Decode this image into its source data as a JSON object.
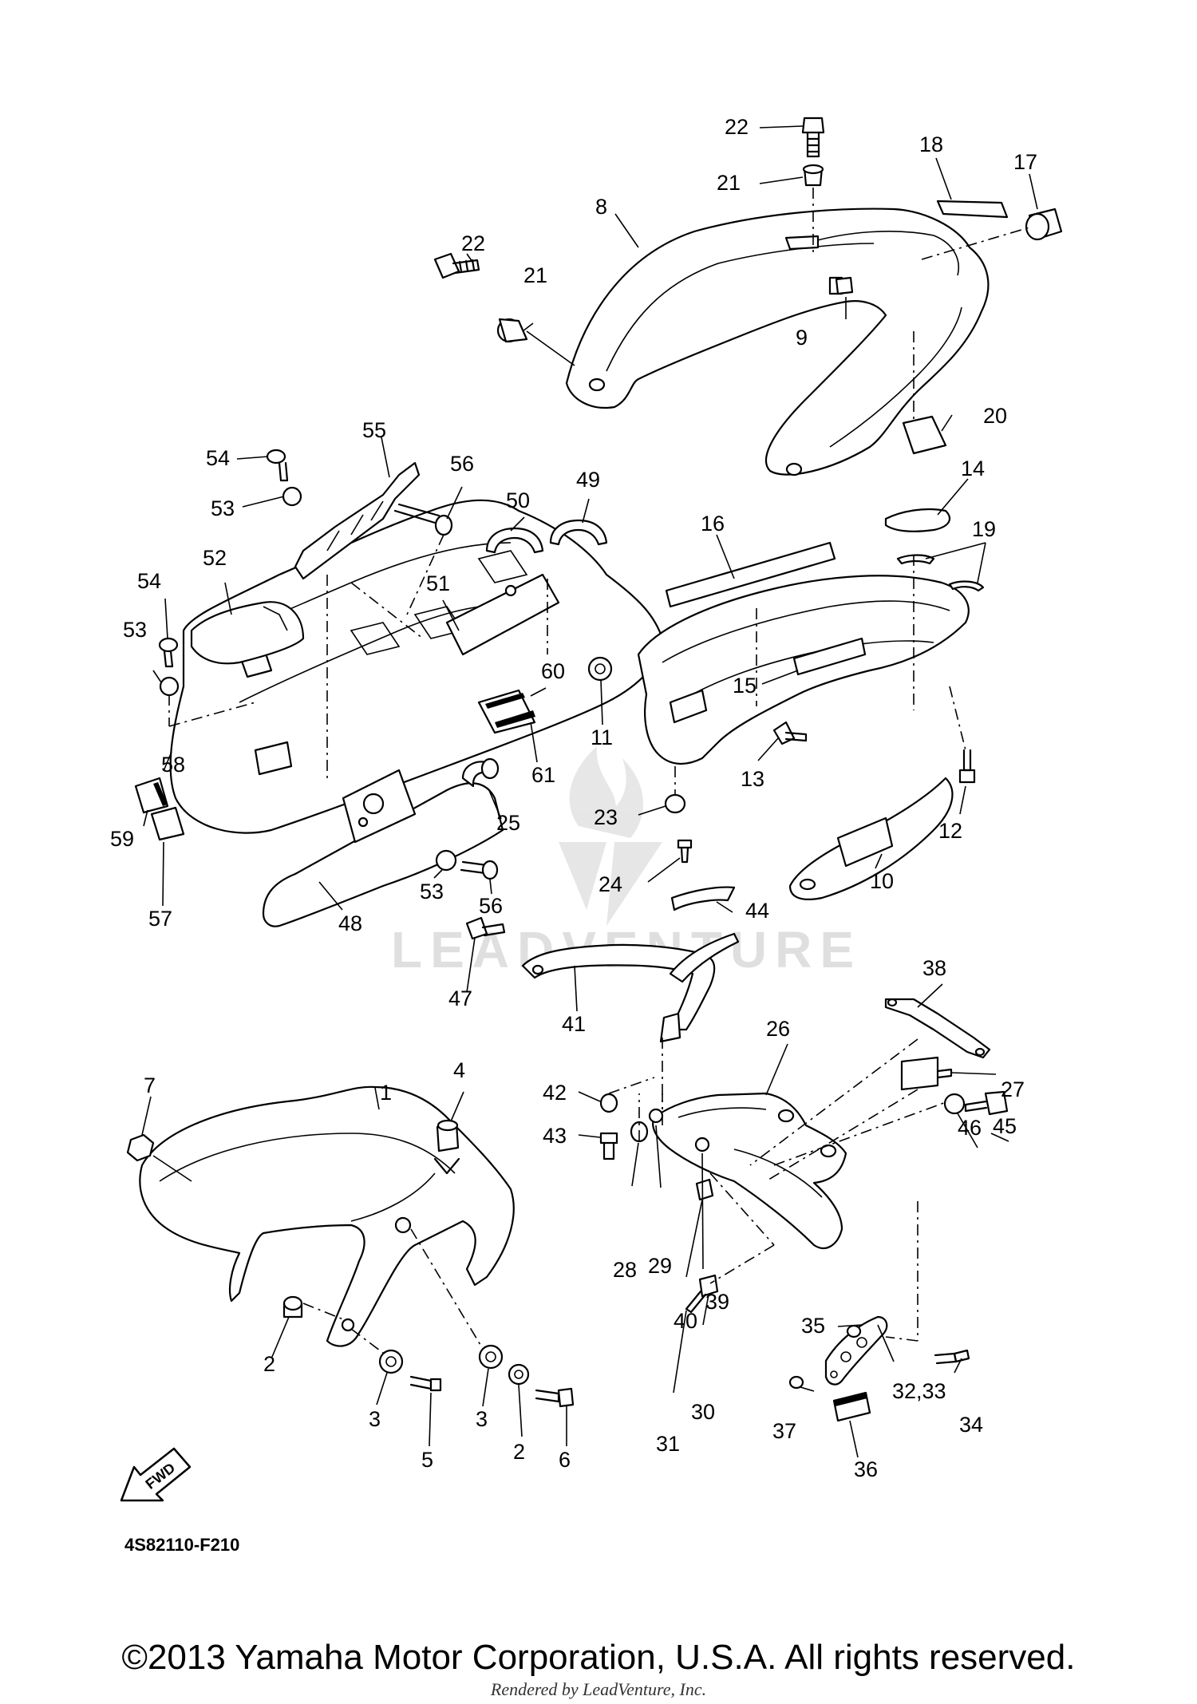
{
  "diagram": {
    "drawing_code": "4S82110-F210",
    "fwd_label": "FWD",
    "watermark_text": "LEADVENTURE",
    "callouts": [
      "1",
      "2",
      "3",
      "4",
      "5",
      "6",
      "7",
      "8",
      "9",
      "10",
      "11",
      "12",
      "13",
      "14",
      "15",
      "16",
      "17",
      "18",
      "19",
      "20",
      "21",
      "22",
      "23",
      "24",
      "25",
      "26",
      "27",
      "28",
      "29",
      "30",
      "31",
      "32,33",
      "34",
      "35",
      "36",
      "37",
      "38",
      "39",
      "40",
      "41",
      "42",
      "43",
      "44",
      "45",
      "46",
      "47",
      "48",
      "49",
      "50",
      "51",
      "52",
      "53",
      "54",
      "55",
      "56",
      "57",
      "58",
      "59",
      "60",
      "61"
    ]
  },
  "footer": {
    "copyright": "©2013 Yamaha Motor Corporation, U.S.A. All rights reserved.",
    "rendered_by": "Rendered by LeadVenture, Inc."
  }
}
